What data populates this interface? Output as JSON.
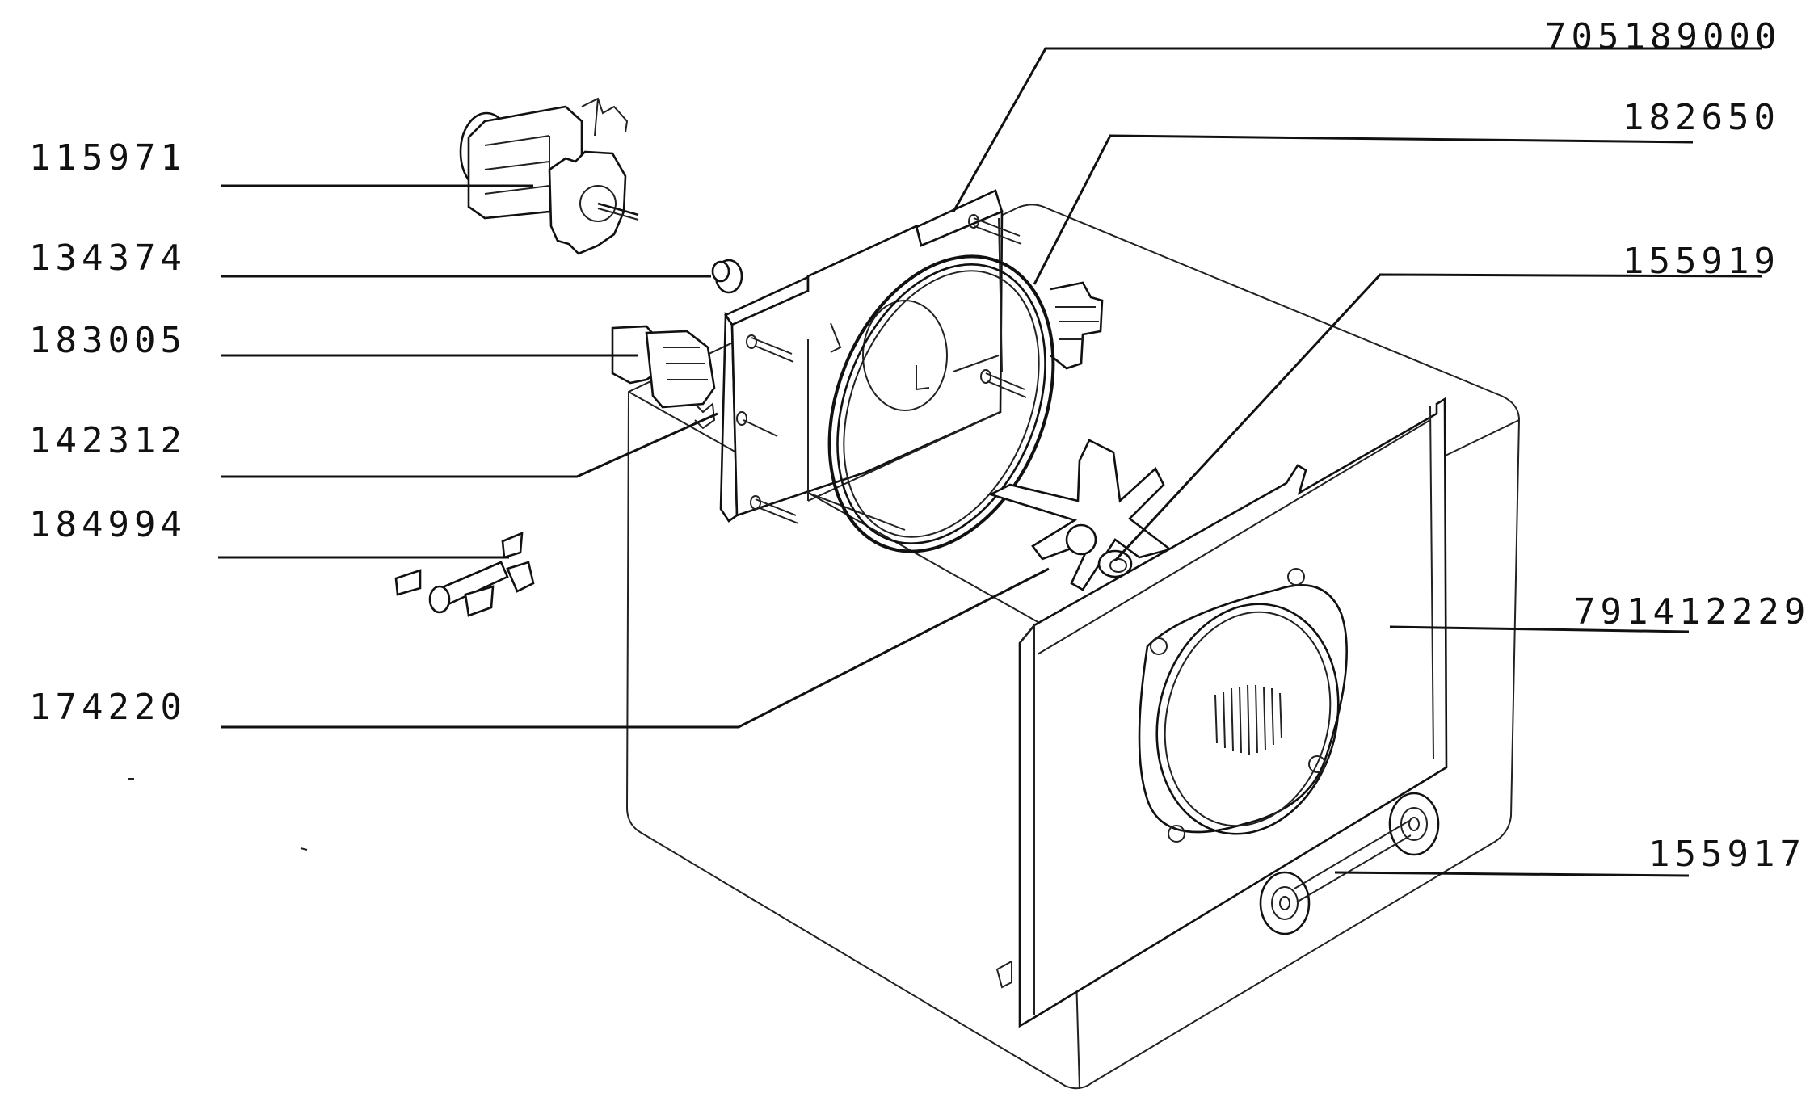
{
  "labels": {
    "p705189000": "705189000",
    "p182650": "182650",
    "p115971": "115971",
    "p134374": "134374",
    "p183005": "183005",
    "p155919": "155919",
    "p142312": "142312",
    "p184994": "184994",
    "p791412229": "791412229",
    "p174220": "174220",
    "p155917": "155917"
  },
  "colors": {
    "line": "#111111",
    "background": "#ffffff"
  }
}
